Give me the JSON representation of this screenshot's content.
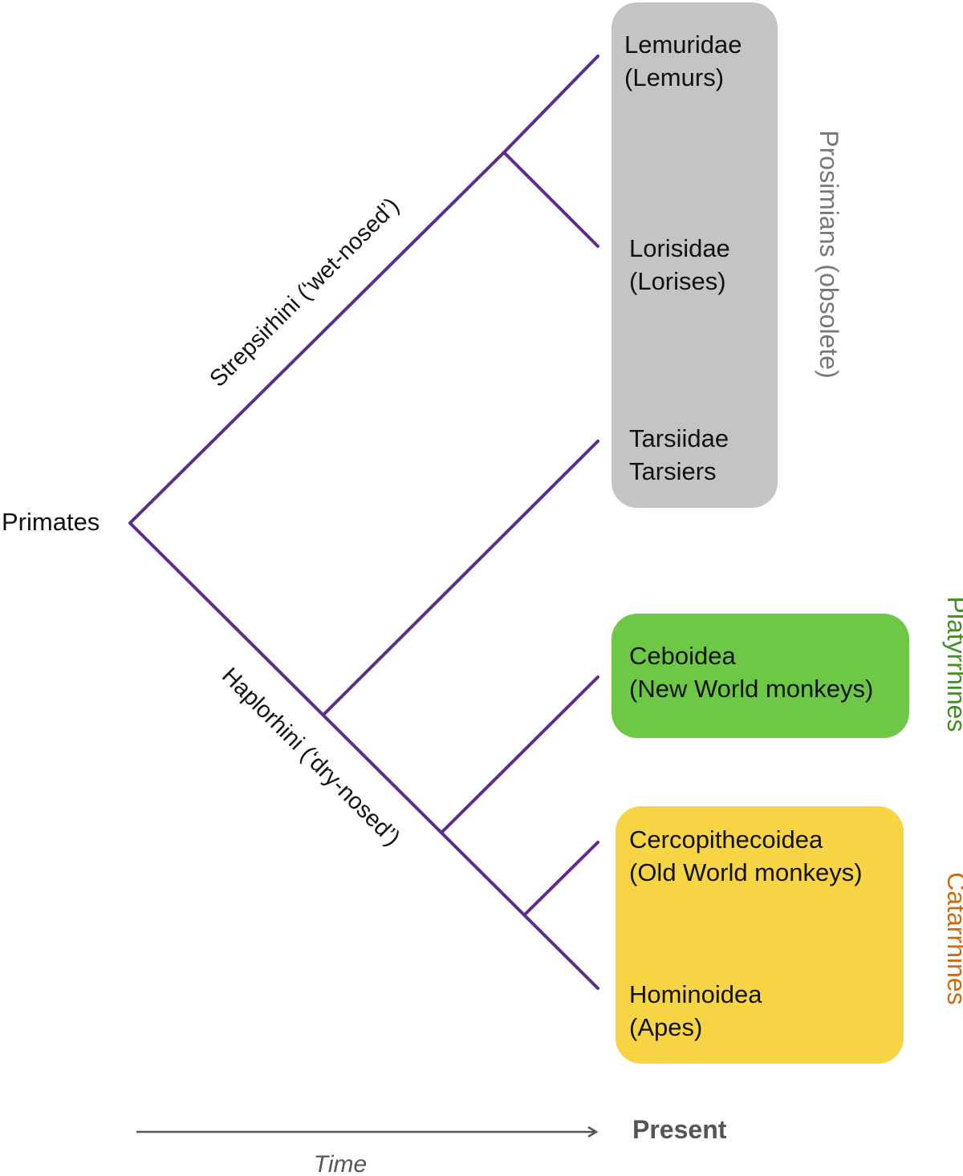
{
  "colors": {
    "branch": "#5b2d8e",
    "prosimians_box": "#c4c4c4",
    "prosimians_label": "#777777",
    "platyrrhines_box": "#6cc845",
    "platyrrhines_label": "#3f8f22",
    "catarrhines_box": "#f6d443",
    "catarrhines_label": "#d0690f",
    "time_axis": "#555555"
  },
  "root_label": "Primates",
  "clades": {
    "strepsirhini": "Strepsirhini (‘wet-nosed’)",
    "haplorhini": "Haplorhini (‘dry-nosed’)"
  },
  "taxa": [
    {
      "id": "lemuridae",
      "name": "Lemuridae",
      "common": "(Lemurs)"
    },
    {
      "id": "lorisidae",
      "name": "Lorisidae",
      "common": "(Lorises)"
    },
    {
      "id": "tarsiidae",
      "name": "Tarsiidae",
      "common": "Tarsiers"
    },
    {
      "id": "ceboidea",
      "name": "Ceboidea",
      "common": "(New World monkeys)"
    },
    {
      "id": "cercopithecoidea",
      "name": "Cercopithecoidea",
      "common": "(Old World monkeys)"
    },
    {
      "id": "hominoidea",
      "name": "Hominoidea",
      "common": "(Apes)"
    }
  ],
  "groups": {
    "prosimians": "Prosimians (obsolete)",
    "platyrrhines": "Platyrrhines",
    "catarrhines": "Catarrhines"
  },
  "time_axis": {
    "end_label": "Present",
    "axis_label": "Time"
  }
}
